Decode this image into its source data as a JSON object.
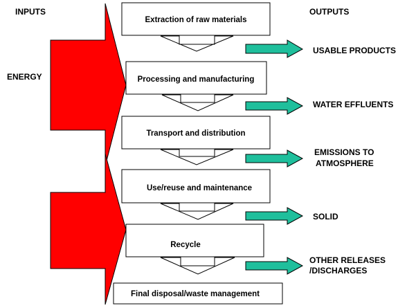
{
  "headers": {
    "inputs": "INPUTS",
    "outputs": "OUTPUTS"
  },
  "energy_label": "ENERGY",
  "stages": [
    {
      "label": "Extraction of raw materials"
    },
    {
      "label": "Processing and manufacturing"
    },
    {
      "label": "Transport and distribution"
    },
    {
      "label": "Use/reuse and maintenance"
    },
    {
      "label": "Recycle"
    },
    {
      "label": "Final disposal/waste management"
    }
  ],
  "outputs": [
    {
      "lines": [
        "USABLE PRODUCTS"
      ]
    },
    {
      "lines": [
        "WATER EFFLUENTS"
      ]
    },
    {
      "lines": [
        "EMISSIONS TO",
        "ATMOSPHERE"
      ]
    },
    {
      "lines": [
        "SOLID"
      ]
    },
    {
      "lines": [
        "OTHER RELEASES",
        "/DISCHARGES"
      ]
    }
  ],
  "colors": {
    "input_arrow": "#ff0000",
    "output_arrow": "#1fbf9c",
    "stroke": "#000000"
  }
}
